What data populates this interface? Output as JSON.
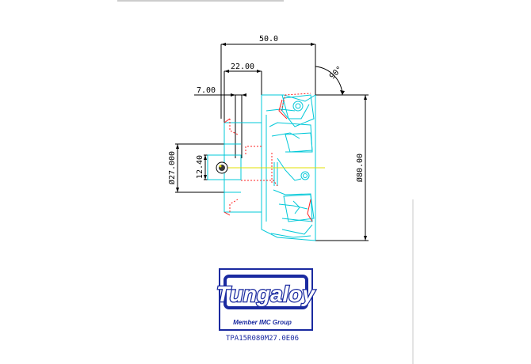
{
  "dimensions": {
    "overall_length": "50.0",
    "body_length": "22.00",
    "bore_depth": "7.00",
    "bore_diameter": "Ø27.000",
    "keyway_width": "12.40",
    "cutter_diameter": "Ø80.00",
    "lead_angle": "90°"
  },
  "logo": {
    "brand": "Tungaloy",
    "tagline": "Member IMC Group"
  },
  "part_number": "TPA15R080M27.0E06",
  "colors": {
    "outline": "#00c8d8",
    "hidden": "#ff2020",
    "centerline": "#e0e000",
    "dimension": "#000000",
    "logo_blue": "#1a2aa0"
  }
}
